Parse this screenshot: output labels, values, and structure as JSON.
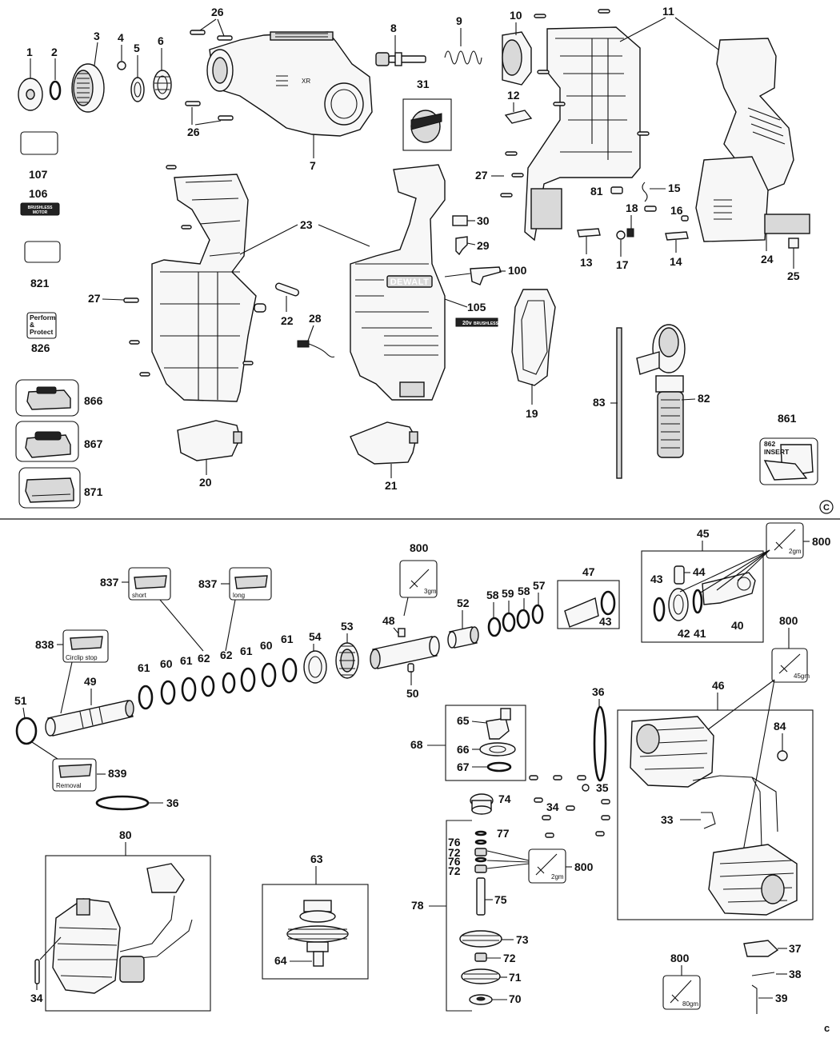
{
  "labels": {
    "p1": "1",
    "p2": "2",
    "p3": "3",
    "p4": "4",
    "p5": "5",
    "p6": "6",
    "p7": "7",
    "p8": "8",
    "p9": "9",
    "p10": "10",
    "p11": "11",
    "p12": "12",
    "p13": "13",
    "p14": "14",
    "p15": "15",
    "p16": "16",
    "p17": "17",
    "p18": "18",
    "p19": "19",
    "p20": "20",
    "p21": "21",
    "p22": "22",
    "p23": "23",
    "p24": "24",
    "p25": "25",
    "p26a": "26",
    "p26b": "26",
    "p27a": "27",
    "p27b": "27",
    "p28": "28",
    "p29": "29",
    "p30": "30",
    "p31": "31",
    "p33": "33",
    "p34a": "34",
    "p34b": "34",
    "p35": "35",
    "p36a": "36",
    "p36b": "36",
    "p37": "37",
    "p38": "38",
    "p39": "39",
    "p40": "40",
    "p41": "41",
    "p42": "42",
    "p43a": "43",
    "p43b": "43",
    "p44": "44",
    "p45": "45",
    "p46": "46",
    "p47": "47",
    "p48": "48",
    "p49": "49",
    "p50": "50",
    "p51": "51",
    "p52": "52",
    "p53": "53",
    "p54": "54",
    "p57": "57",
    "p58a": "58",
    "p58b": "58",
    "p59": "59",
    "p60a": "60",
    "p60b": "60",
    "p61a": "61",
    "p61b": "61",
    "p61c": "61",
    "p61d": "61",
    "p62a": "62",
    "p62b": "62",
    "p63": "63",
    "p64": "64",
    "p65": "65",
    "p66": "66",
    "p67": "67",
    "p68": "68",
    "p70": "70",
    "p71": "71",
    "p72a": "72",
    "p72b": "72",
    "p72c": "72",
    "p73": "73",
    "p74": "74",
    "p75": "75",
    "p76a": "76",
    "p76b": "76",
    "p77": "77",
    "p78": "78",
    "p80": "80",
    "p81": "81",
    "p82": "82",
    "p83": "83",
    "p84": "84",
    "p100": "100",
    "p105": "105",
    "p106": "106",
    "p107": "107",
    "p800a": "800",
    "p800b": "800",
    "p800c": "800",
    "p800d": "800",
    "p800e": "800",
    "p821": "821",
    "p826": "826",
    "p837a": "837",
    "p837b": "837",
    "p838": "838",
    "p839": "839",
    "p861": "861",
    "p866": "866",
    "p867": "867",
    "p871": "871"
  },
  "tags": {
    "brushless_motor_line1": "BRUSHLESS",
    "brushless_motor_line2": "MOTOR",
    "perform_line1": "Perform",
    "perform_line2": "&",
    "perform_line3": "Protect",
    "xr": "XR",
    "dewalt": "DEWALT",
    "badge_20v": "20v",
    "badge_brushless": "BRUSHLESS",
    "short": "short",
    "long": "long",
    "circlip_stop": "Circlip stop",
    "removal": "Removal",
    "insert_line1": "862",
    "insert_line2": "INSERT",
    "grease_3": "3gm",
    "grease_2a": "2gm",
    "grease_45": "45gm",
    "grease_2b": "2gm",
    "grease_80": "80gm",
    "copyright_mark": "C",
    "corner_mark": "c"
  }
}
